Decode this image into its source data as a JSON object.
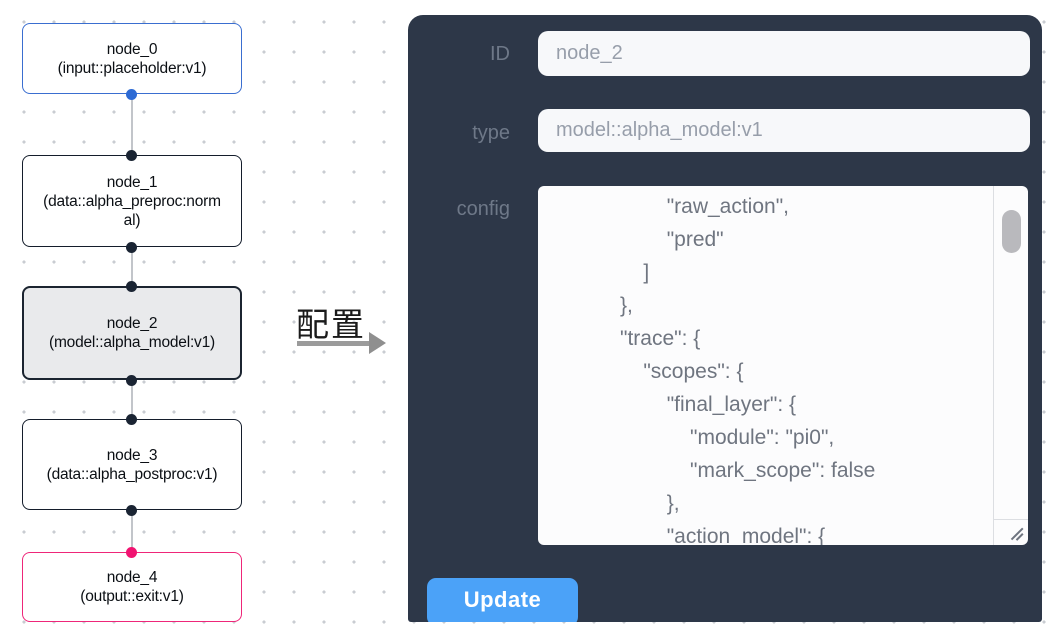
{
  "canvas": {
    "nodes": [
      {
        "label": "node_0",
        "sub": "(input::placeholder:v1)",
        "variant": "input",
        "border_color": "#3a6ed0"
      },
      {
        "label": "node_1",
        "sub": "(data::alpha_preproc:normal)",
        "variant": "default",
        "border_color": "#141d2b"
      },
      {
        "label": "node_2",
        "sub": "(model::alpha_model:v1)",
        "variant": "selected",
        "border_color": "#1b2430"
      },
      {
        "label": "node_3",
        "sub": "(data::alpha_postproc:v1)",
        "variant": "default",
        "border_color": "#141d2b"
      },
      {
        "label": "node_4",
        "sub": "(output::exit:v1)",
        "variant": "output",
        "border_color": "#ee2679"
      }
    ],
    "handle_colors": {
      "input": "#2d6ad4",
      "default": "#1a2433",
      "output": "#f11371"
    }
  },
  "connector": {
    "label": "配置",
    "arrow_color": "#9b9b9b"
  },
  "panel": {
    "background": "#2d3748",
    "fields": [
      {
        "label": "ID",
        "value": "node_2"
      },
      {
        "label": "type",
        "value": "model::alpha_model:v1"
      }
    ],
    "config": {
      "label": "config",
      "visible_text": "                    \"raw_action\",\n                    \"pred\"\n                ]\n            },\n            \"trace\": {\n                \"scopes\": {\n                    \"final_layer\": {\n                        \"module\": \"pi0\",\n                        \"mark_scope\": false\n                    },\n                    \"action_model\": {"
    },
    "update_button": {
      "label": "Update",
      "color": "#4ba2f8"
    }
  }
}
